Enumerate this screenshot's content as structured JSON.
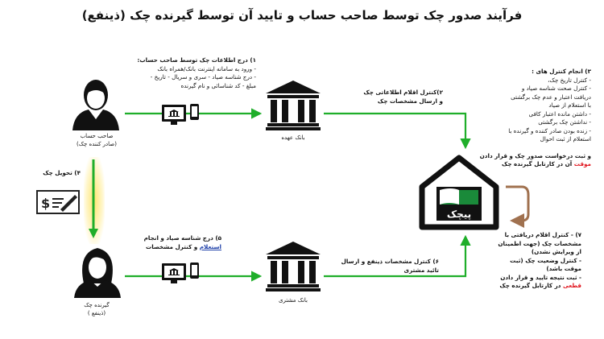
{
  "title": "فرآیند صدور چک توسط صاحب حساب و تایید آن توسط گیرنده چک (ذینفع)",
  "actors": {
    "issuer": {
      "name": "صاحب حساب",
      "role": "(صادر کننده چک)"
    },
    "receiver": {
      "name": "گیرنده چک",
      "role": "(ذینفع )"
    }
  },
  "banks": {
    "issuer_bank": "بانک عهده",
    "customer_bank": "بانک مشتری"
  },
  "logo": {
    "text": "پیچک"
  },
  "steps": {
    "s1": {
      "lines": [
        "۱) درج اطلاعات چک توسط صاحب حساب:",
        "- ورود به سامانه اینترنت بانک/همراه بانک",
        "- درج شناسه صیاد - سری و سریال - تاریخ -",
        "مبلغ - کد شناسائی و نام گیرنده"
      ]
    },
    "s2": {
      "lines": [
        "۲)کنترل اقلام اطلاعاتی چک",
        "و ارسال مشخصات چک"
      ]
    },
    "s3": {
      "lines": [
        "۳) انجام کنترل های :",
        "- کنترل تاریخ چک،",
        "- کنترل صحت شناسه صیاد و",
        "دریافت اعتبار و عدم چک برگشتی",
        "با استعلام از صیاد",
        "- داشتن مانده اعتبار کافی",
        "- نداشتن چک برگشتی",
        "- زنده بودن صادر کننده و گیرنده با",
        "استعلام از ثبت احوال"
      ],
      "tail_before": "و ثبت درخواست صدور چک و قرار دادن",
      "tail_highlight": "موقت",
      "tail_after": "آن در کارتابل گیرنده چک"
    },
    "s4": {
      "label": "۴) تحویل چک"
    },
    "s5": {
      "line1": "۵) درج شناسه صیاد و انجام",
      "link": "استعلام",
      "line2_after": "و کنترل مشخصات"
    },
    "s6": {
      "lines": [
        "۶) کنترل مشخصات ذینفع و ارسال",
        "تائید مشتری"
      ]
    },
    "s7": {
      "lines": [
        "۷) - کنترل اقلام دریافتی با",
        "مشخصات چک (جهت اطمینان",
        "از ویرایش نشدن)",
        "- کنترل وضعیت چک (ثبت",
        "موقت باشد)",
        "- ثبت نتیجه تایید و قرار دادن"
      ],
      "last_highlight": "قطعی",
      "last_after": "در کارتابل گیرنده چک"
    }
  },
  "colors": {
    "arrow": "#1fae2a",
    "highlight": "#e0121b",
    "link": "#1d3fa8",
    "loop_arrow": "#a0714f"
  }
}
